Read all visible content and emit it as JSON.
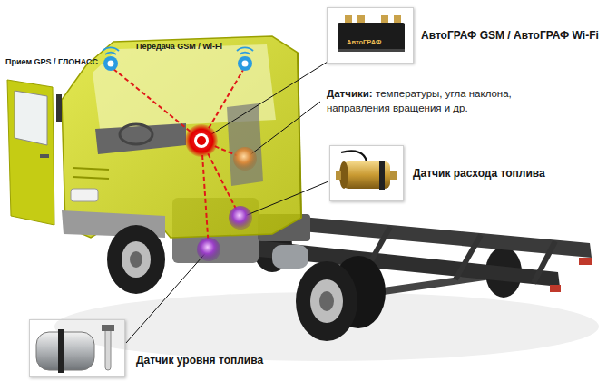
{
  "diagram": {
    "nodes": [
      {
        "text": [
          "АвтоГРАФ GSM / АвтоГРАФ Wi-Fi",
          "АвтоГРАФ"
        ]
      },
      {
        "text": [
          "Датчик расхода топлива"
        ]
      },
      {
        "text": [
          "Датчик уровня топлива"
        ]
      }
    ],
    "labels": [
      "Прием GPS / ГЛОНАСС",
      "Передача GSM / Wi-Fi",
      "Датчики:",
      "температуры, угла наклона, направления вращения и др."
    ]
  }
}
